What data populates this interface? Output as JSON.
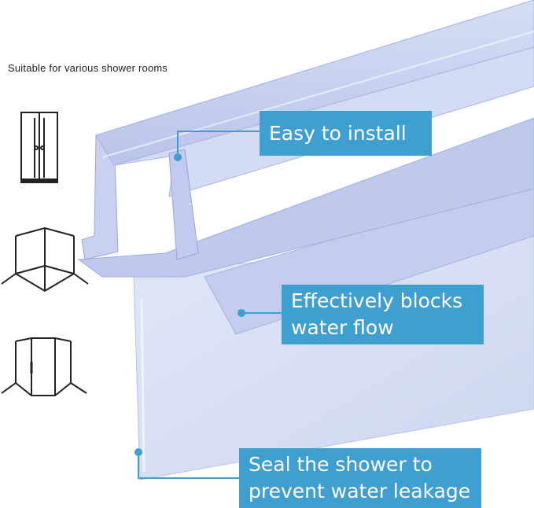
{
  "caption": "Suitable for various shower rooms",
  "callouts": {
    "install": "Easy to install",
    "blocks_line1": "Effectively blocks",
    "blocks_line2": "water flow",
    "seal_line1": "Seal the shower to",
    "seal_line2": "prevent water leakage"
  },
  "icons": [
    "double-door-shower-icon",
    "corner-shower-icon",
    "angled-corner-shower-icon"
  ],
  "colors": {
    "callout": "#3f9fd1",
    "seal_strip": "#c9d3f0",
    "leader": "#3f9fd1"
  }
}
